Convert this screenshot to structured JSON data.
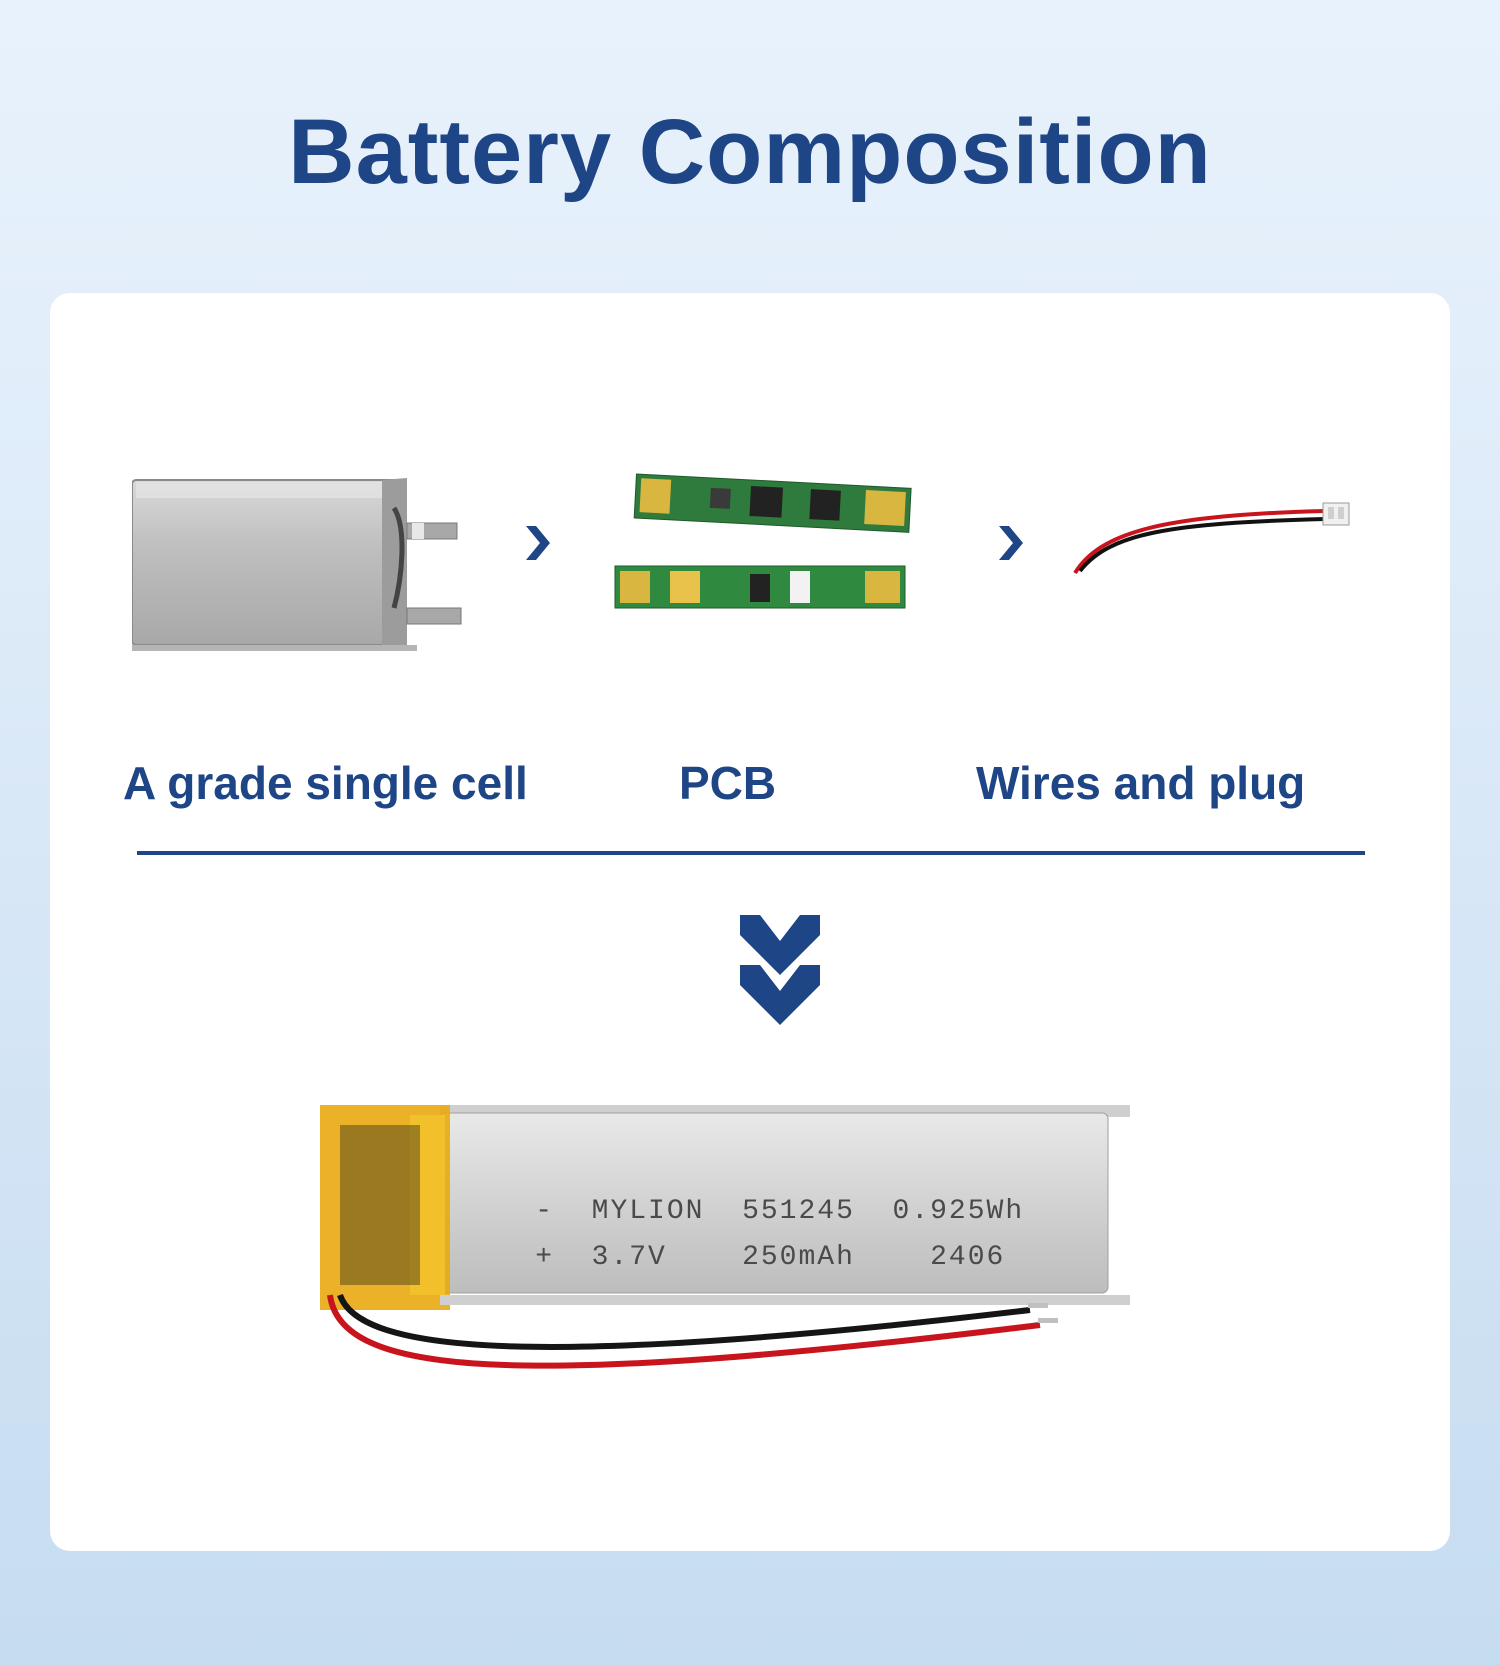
{
  "page": {
    "title": "Battery Composition",
    "accent_color": "#1e4585"
  },
  "components": [
    {
      "label": "A grade single cell",
      "icon": "pouch-cell-image"
    },
    {
      "label": "PCB",
      "icon": "protection-board-image"
    },
    {
      "label": "Wires and plug",
      "icon": "wire-plug-image"
    }
  ],
  "result": {
    "icon": "finished-battery-image",
    "print_line1": [
      "-",
      "MYLION",
      "551245",
      "0.925Wh"
    ],
    "print_line2": [
      "+",
      "3.7V",
      "250mAh",
      "2406"
    ]
  }
}
